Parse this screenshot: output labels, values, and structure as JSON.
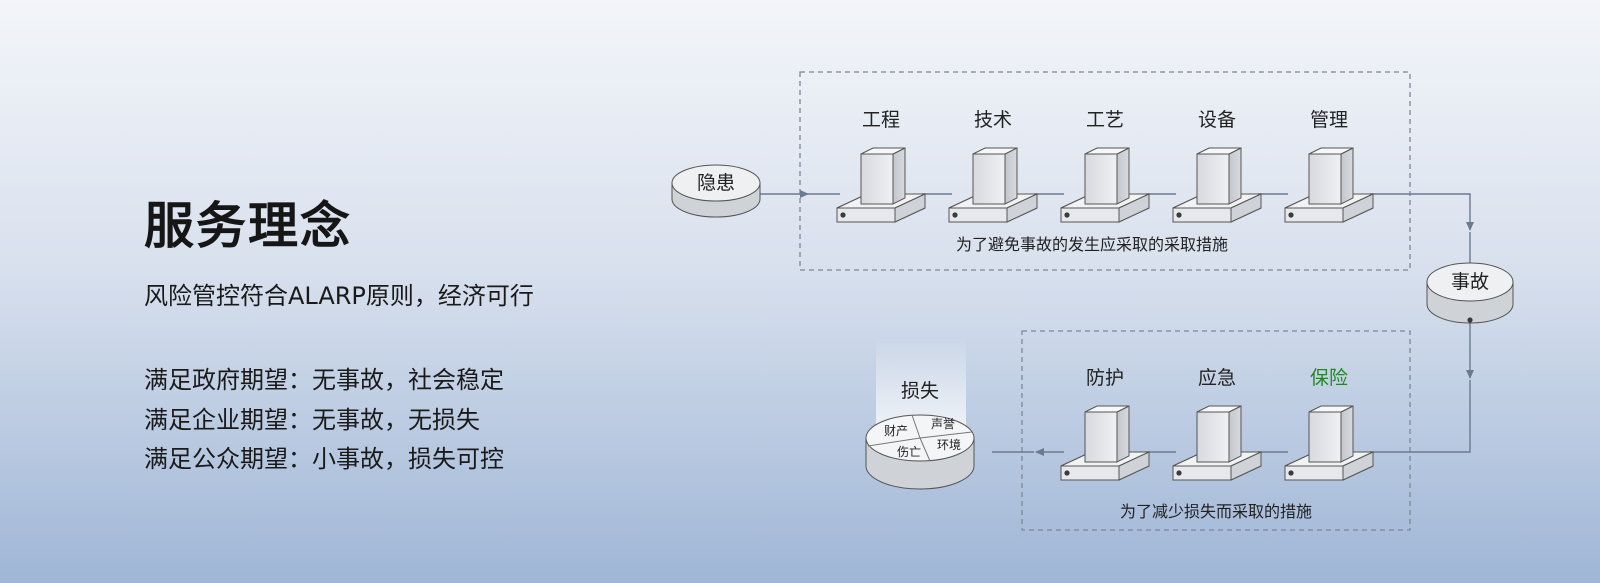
{
  "left": {
    "title": "服务理念",
    "subtitle": "风险管控符合ALARP原则，经济可行",
    "expectations": [
      "满足政府期望：无事故，社会稳定",
      "满足企业期望：无事故，无损失",
      "满足公众期望：小事故，损失可控"
    ]
  },
  "diagram": {
    "start_node": "隐患",
    "prevention_steps": [
      "工程",
      "技术",
      "工艺",
      "设备",
      "管理"
    ],
    "prevention_caption": "为了避免事故的发生应采取的采取措施",
    "event_node": "事故",
    "mitigation_steps": [
      "防护",
      "应急",
      "保险"
    ],
    "highlighted_step": "保险",
    "mitigation_caption": "为了减少损失而采取的措施",
    "loss": {
      "label": "损失",
      "segments": [
        "财产",
        "声誉",
        "伤亡",
        "环境"
      ]
    },
    "colors": {
      "highlight": "#1f8a1f",
      "arrow": "#6b7a90",
      "dashed_border": "#7d8797"
    }
  }
}
